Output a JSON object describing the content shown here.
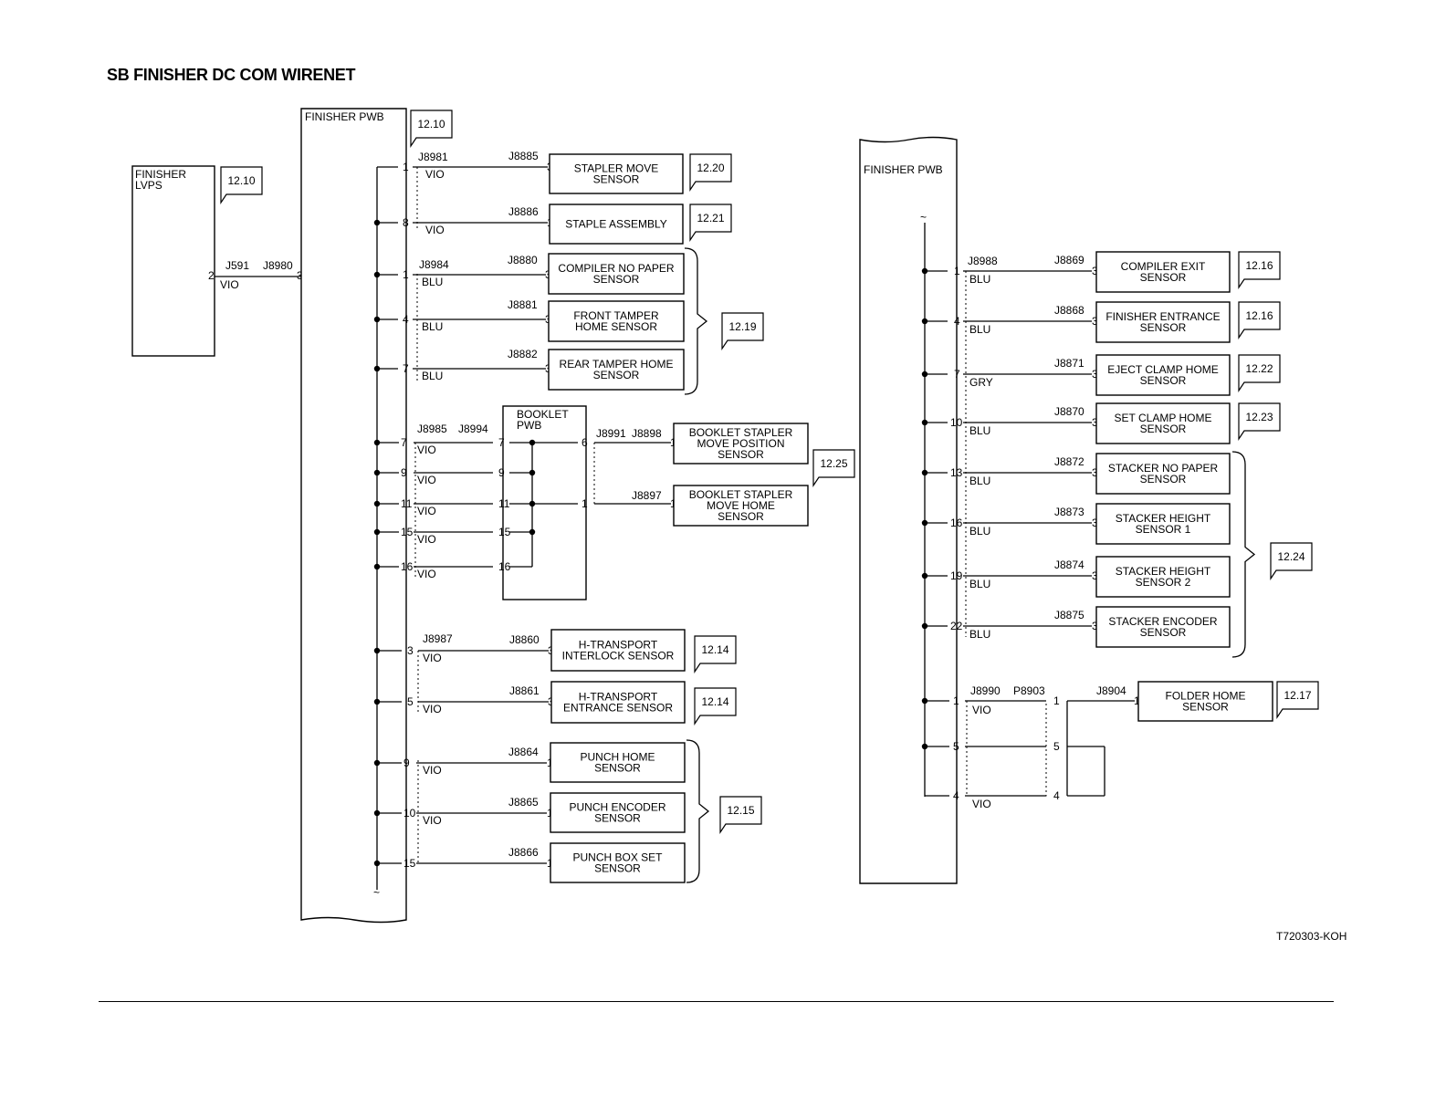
{
  "title": "SB FINISHER DC COM WIRENET",
  "diagram_code": "T720303-KOH",
  "lvps": {
    "label_line1": "FINISHER",
    "label_line2": "LVPS",
    "ref": "12.10",
    "pin": "2",
    "connector": "J591",
    "wire": "VIO"
  },
  "left_pwb": {
    "label": "FINISHER PWB",
    "ref": "12.10",
    "input_connector": "J8980",
    "input_pin": "3"
  },
  "right_pwb": {
    "label": "FINISHER PWB"
  },
  "booklet_pwb": {
    "label_line1": "BOOKLET",
    "label_line2": "PWB"
  },
  "left_groups": [
    {
      "connector": "J8981",
      "wires": [
        {
          "pin": "1",
          "wire": "VIO",
          "mate": "J8885",
          "mate_pin": "3",
          "comp": [
            "STAPLER MOVE",
            "SENSOR"
          ]
        },
        {
          "pin": "8",
          "wire": "VIO",
          "mate": "J8886",
          "mate_pin": "1",
          "comp": [
            "STAPLE ASSEMBLY"
          ]
        }
      ],
      "refs": [
        "12.20",
        "12.21"
      ]
    },
    {
      "connector": "J8984",
      "wires": [
        {
          "pin": "1",
          "wire": "BLU",
          "mate": "J8880",
          "mate_pin": "3",
          "comp": [
            "COMPILER NO PAPER",
            "SENSOR"
          ]
        },
        {
          "pin": "4",
          "wire": "BLU",
          "mate": "J8881",
          "mate_pin": "3",
          "comp": [
            "FRONT TAMPER",
            "HOME SENSOR"
          ]
        },
        {
          "pin": "7",
          "wire": "BLU",
          "mate": "J8882",
          "mate_pin": "3",
          "comp": [
            "REAR TAMPER HOME",
            "SENSOR"
          ]
        }
      ],
      "ref": "12.19"
    },
    {
      "connector": "J8985",
      "mate": "J8994",
      "pins": [
        "7",
        "9",
        "11",
        "15",
        "16"
      ],
      "wire": "VIO",
      "booklet_out": [
        {
          "pin": "6",
          "connector": "J8991",
          "mate": "J8898",
          "mate_pin": "1",
          "comp": [
            "BOOKLET STAPLER",
            "MOVE POSITION",
            "SENSOR"
          ]
        },
        {
          "pin": "1",
          "mate": "J8897",
          "mate_pin": "1",
          "comp": [
            "BOOKLET STAPLER",
            "MOVE HOME",
            "SENSOR"
          ]
        }
      ],
      "ref": "12.25"
    },
    {
      "connector": "J8987",
      "wires": [
        {
          "pin": "3",
          "wire": "VIO",
          "mate": "J8860",
          "mate_pin": "3",
          "comp": [
            "H-TRANSPORT",
            "INTERLOCK SENSOR"
          ]
        },
        {
          "pin": "5",
          "wire": "VIO",
          "mate": "J8861",
          "mate_pin": "3",
          "comp": [
            "H-TRANSPORT",
            "ENTRANCE  SENSOR"
          ]
        }
      ],
      "refs": [
        "12.14",
        "12.14"
      ]
    },
    {
      "wires": [
        {
          "pin": "9",
          "wire": "VIO",
          "mate": "J8864",
          "mate_pin": "1",
          "comp": [
            "PUNCH HOME",
            "SENSOR"
          ]
        },
        {
          "pin": "10",
          "wire": "VIO",
          "mate": "J8865",
          "mate_pin": "1",
          "comp": [
            "PUNCH ENCODER",
            "SENSOR"
          ]
        },
        {
          "pin": "15",
          "mate": "J8866",
          "mate_pin": "1",
          "comp": [
            "PUNCH BOX SET",
            "SENSOR"
          ]
        }
      ],
      "ref": "12.15"
    }
  ],
  "right_groups": [
    {
      "connector": "J8988",
      "wires": [
        {
          "pin": "1",
          "wire": "BLU",
          "mate": "J8869",
          "mate_pin": "3",
          "comp": [
            "COMPILER EXIT",
            "SENSOR"
          ],
          "ref": "12.16"
        },
        {
          "pin": "4",
          "wire": "BLU",
          "mate": "J8868",
          "mate_pin": "3",
          "comp": [
            "FINISHER ENTRANCE",
            "SENSOR"
          ],
          "ref": "12.16"
        },
        {
          "pin": "7",
          "wire": "GRY",
          "mate": "J8871",
          "mate_pin": "3",
          "comp": [
            "EJECT CLAMP HOME",
            "SENSOR"
          ],
          "ref": "12.22"
        },
        {
          "pin": "10",
          "wire": "BLU",
          "mate": "J8870",
          "mate_pin": "3",
          "comp": [
            "SET CLAMP HOME",
            "SENSOR"
          ],
          "ref": "12.23"
        },
        {
          "pin": "13",
          "wire": "BLU",
          "mate": "J8872",
          "mate_pin": "3",
          "comp": [
            "STACKER NO PAPER",
            "SENSOR"
          ]
        },
        {
          "pin": "16",
          "wire": "BLU",
          "mate": "J8873",
          "mate_pin": "3",
          "comp": [
            "STACKER HEIGHT",
            "SENSOR 1"
          ]
        },
        {
          "pin": "19",
          "wire": "BLU",
          "mate": "J8874",
          "mate_pin": "3",
          "comp": [
            "STACKER HEIGHT",
            "SENSOR 2"
          ]
        },
        {
          "pin": "22",
          "wire": "BLU",
          "mate": "J8875",
          "mate_pin": "3",
          "comp": [
            "STACKER ENCODER",
            "SENSOR"
          ]
        }
      ],
      "bracket_ref": "12.24"
    },
    {
      "connector": "J8990",
      "plug": "P8903",
      "mate": "J8904",
      "mate_pin": "1",
      "pins": [
        "1",
        "5",
        "4"
      ],
      "wire_top": "VIO",
      "wire_bottom": "VIO",
      "comp": [
        "FOLDER HOME",
        "SENSOR"
      ],
      "ref": "12.17"
    }
  ]
}
